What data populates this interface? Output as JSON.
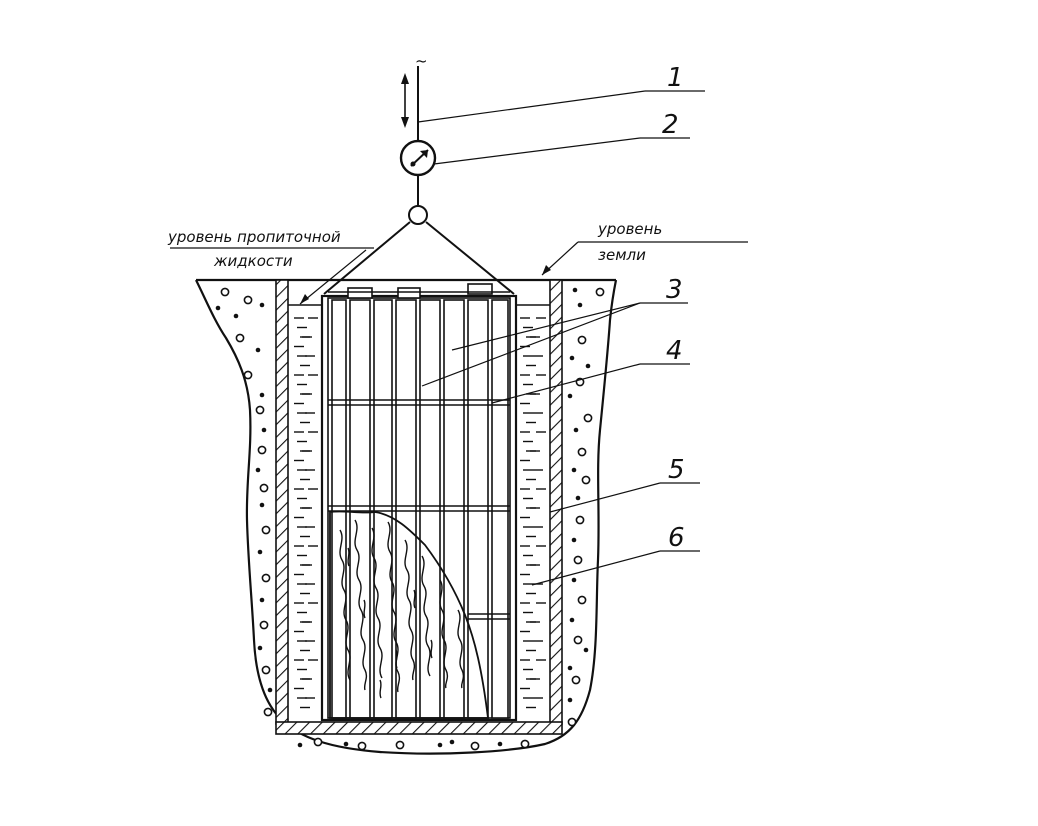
{
  "labels": {
    "impregnation_level": [
      "уровень пропиточной",
      "жидкости"
    ],
    "ground_level": [
      "уровень",
      "земли"
    ],
    "current_symbol": "~"
  },
  "callouts": [
    "1",
    "2",
    "3",
    "4",
    "5",
    "6"
  ]
}
